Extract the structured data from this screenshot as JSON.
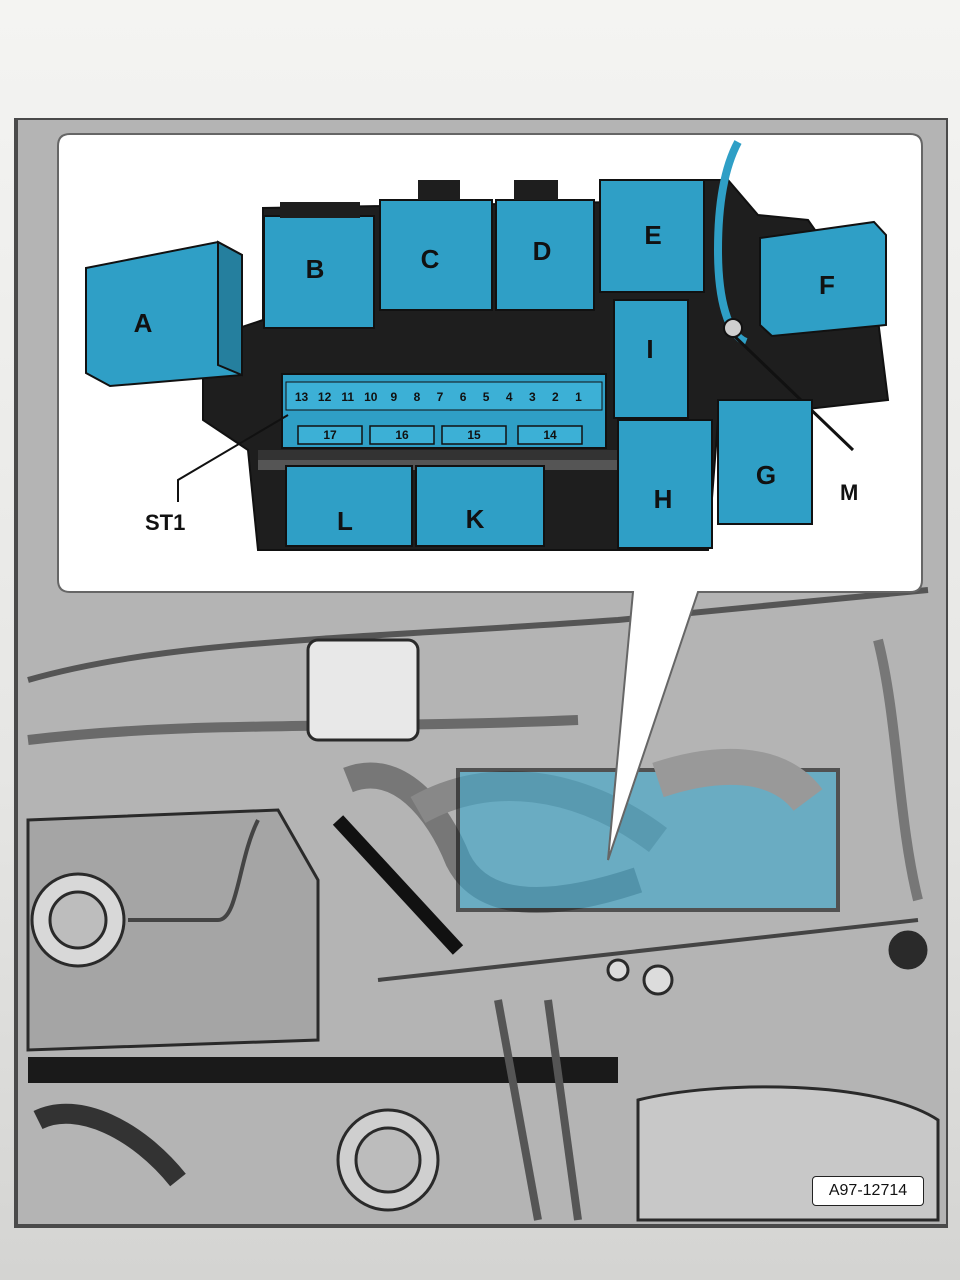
{
  "relays": {
    "A": "A",
    "B": "B",
    "C": "C",
    "D": "D",
    "E": "E",
    "F": "F",
    "G": "G",
    "H": "H",
    "I": "I",
    "K": "K",
    "L": "L"
  },
  "callouts": {
    "st1": "ST1",
    "m": "M"
  },
  "terminal_pins": [
    "13",
    "12",
    "11",
    "10",
    "9",
    "8",
    "7",
    "6",
    "5",
    "4",
    "3",
    "2",
    "1"
  ],
  "fuse_slots": [
    "17",
    "16",
    "15",
    "14"
  ],
  "reference_code": "A97-12714",
  "colors": {
    "relay_blue": "#2f9fc6",
    "housing_black": "#1e1e1e",
    "engine_gray": "#8e8e8e"
  }
}
